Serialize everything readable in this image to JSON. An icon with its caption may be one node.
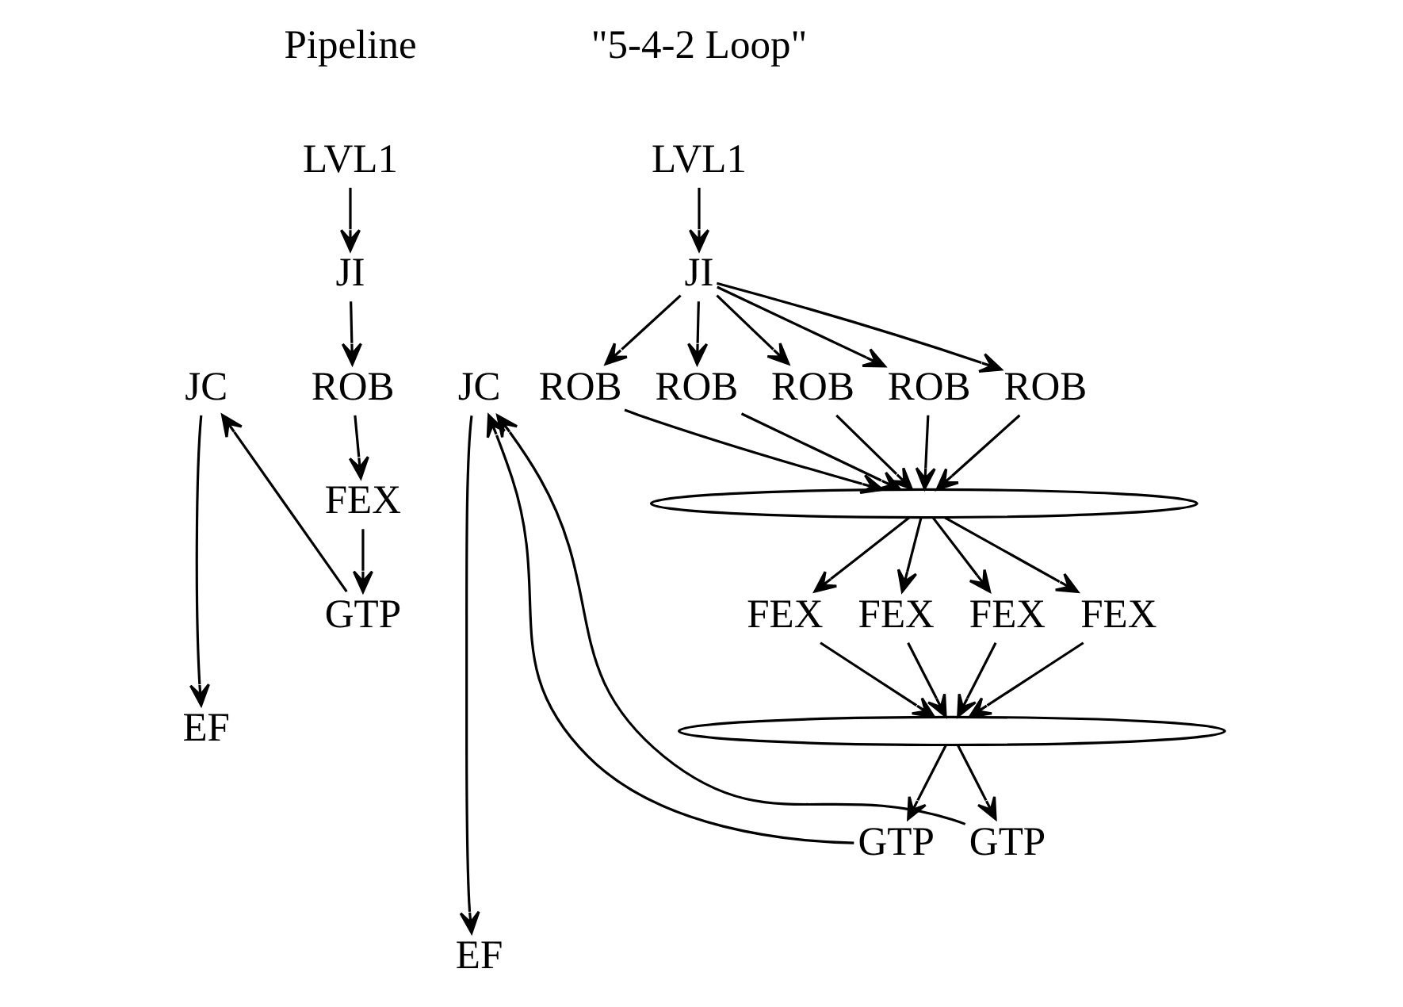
{
  "diagram": {
    "nodes": [
      {
        "text": [
          "LVL1"
        ]
      },
      {
        "text": [
          "JI"
        ]
      },
      {
        "text": [
          "JC"
        ]
      },
      {
        "text": [
          "ROB"
        ]
      },
      {
        "text": [
          "FEX"
        ]
      },
      {
        "text": [
          "GTP"
        ]
      },
      {
        "text": [
          "EF"
        ]
      },
      {
        "text": [
          "LVL1"
        ]
      },
      {
        "text": [
          "JI"
        ]
      },
      {
        "text": [
          "JC"
        ]
      },
      {
        "text": [
          "ROB"
        ]
      },
      {
        "text": [
          "ROB"
        ]
      },
      {
        "text": [
          "ROB"
        ]
      },
      {
        "text": [
          "ROB"
        ]
      },
      {
        "text": [
          "ROB"
        ]
      },
      {
        "text": [],
        "shape": "ellipse"
      },
      {
        "text": [
          "FEX"
        ]
      },
      {
        "text": [
          "FEX"
        ]
      },
      {
        "text": [
          "FEX"
        ]
      },
      {
        "text": [
          "FEX"
        ]
      },
      {
        "text": [],
        "shape": "ellipse"
      },
      {
        "text": [
          "GTP"
        ]
      },
      {
        "text": [
          "GTP"
        ]
      },
      {
        "text": [
          "EF"
        ]
      }
    ],
    "edges": [
      {
        "from": 0,
        "to": 1,
        "arrow": "to"
      },
      {
        "from": 1,
        "to": 3,
        "arrow": "to"
      },
      {
        "from": 3,
        "to": 4,
        "arrow": "to"
      },
      {
        "from": 4,
        "to": 5,
        "arrow": "to"
      },
      {
        "from": 5,
        "to": 2,
        "arrow": "to"
      },
      {
        "from": 2,
        "to": 6,
        "arrow": "to"
      },
      {
        "from": 7,
        "to": 8,
        "arrow": "to"
      },
      {
        "from": 8,
        "to": 10,
        "arrow": "to"
      },
      {
        "from": 8,
        "to": 11,
        "arrow": "to"
      },
      {
        "from": 8,
        "to": 12,
        "arrow": "to"
      },
      {
        "from": 8,
        "to": 13,
        "arrow": "to"
      },
      {
        "from": 8,
        "to": 14,
        "arrow": "to"
      },
      {
        "from": 10,
        "to": 15,
        "arrow": "to"
      },
      {
        "from": 11,
        "to": 15,
        "arrow": "to"
      },
      {
        "from": 12,
        "to": 15,
        "arrow": "to"
      },
      {
        "from": 13,
        "to": 15,
        "arrow": "to"
      },
      {
        "from": 14,
        "to": 15,
        "arrow": "to"
      },
      {
        "from": 15,
        "to": 16,
        "arrow": "to"
      },
      {
        "from": 15,
        "to": 17,
        "arrow": "to"
      },
      {
        "from": 15,
        "to": 18,
        "arrow": "to"
      },
      {
        "from": 15,
        "to": 19,
        "arrow": "to"
      },
      {
        "from": 16,
        "to": 20,
        "arrow": "to"
      },
      {
        "from": 17,
        "to": 20,
        "arrow": "to"
      },
      {
        "from": 18,
        "to": 20,
        "arrow": "to"
      },
      {
        "from": 19,
        "to": 20,
        "arrow": "to"
      },
      {
        "from": 20,
        "to": 21,
        "arrow": "to"
      },
      {
        "from": 20,
        "to": 22,
        "arrow": "to"
      },
      {
        "from": 21,
        "to": 9,
        "arrow": "to"
      },
      {
        "from": 22,
        "to": 9,
        "arrow": "to"
      },
      {
        "from": 9,
        "to": 23,
        "arrow": "to"
      }
    ],
    "labels": [
      "Pipeline",
      "\"5-4-2 Loop\""
    ]
  }
}
